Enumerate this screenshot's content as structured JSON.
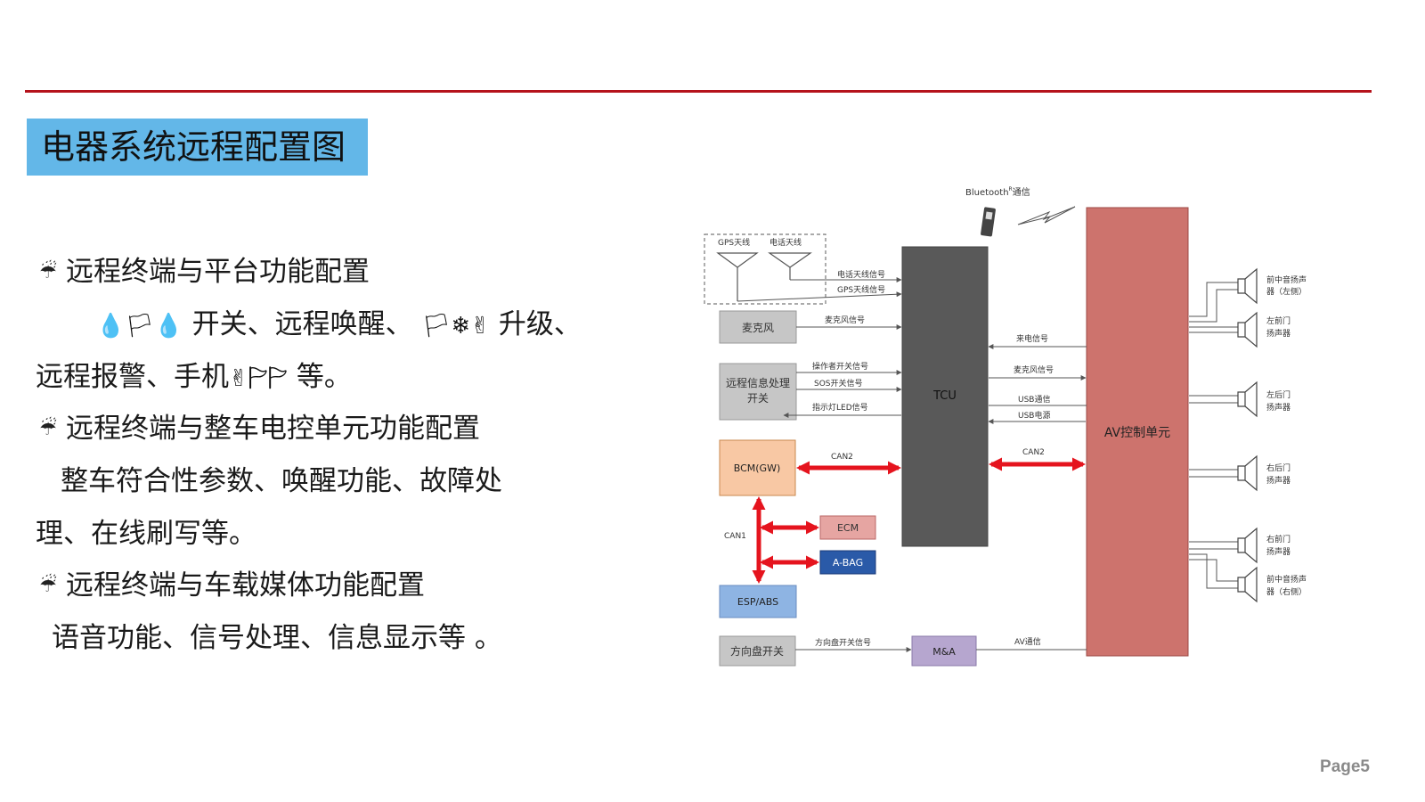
{
  "slide": {
    "title": "电器系统远程配置图",
    "page_number": "Page5"
  },
  "content": {
    "bullet1": "远程终端与平台功能配置",
    "line2_glyphs_a": "💧🏳💧",
    "line2_text_a": "开关、远程唤醒、",
    "line2_glyphs_b": "🏳❄✌",
    "line2_text_b": "升级、",
    "line3_text_a": "远程报警、手机",
    "line3_glyphs": "✌🏱🏱",
    "line3_text_b": "等。",
    "bullet2": "远程终端与整车电控单元功能配置",
    "line5": "整车符合性参数、唤醒功能、故障处",
    "line6": "理、在线刷写等。",
    "bullet3": "远程终端与车载媒体功能配置",
    "line8": "语音功能、信号处理、信息显示等 。"
  },
  "diagram": {
    "bluetooth": "Bluetooth",
    "bluetooth_sup": "R",
    "bluetooth_suffix": "通信",
    "gps_antenna": "GPS天线",
    "phone_antenna": "电话天线",
    "phone_antenna_signal": "电话天线信号",
    "gps_antenna_signal": "GPS天线信号",
    "microphone": "麦克风",
    "microphone_signal": "麦克风信号",
    "remote_switch_line1": "远程信息处理",
    "remote_switch_line2": "开关",
    "operator_switch_signal": "操作者开关信号",
    "sos_switch_signal": "SOS开关信号",
    "led_signal": "指示灯LED信号",
    "tcu": "TCU",
    "av_unit": "AV控制单元",
    "incoming_call_signal": "来电信号",
    "mic_signal_av": "麦克风信号",
    "usb_comm": "USB通信",
    "usb_power": "USB电源",
    "can2_left": "CAN2",
    "can2_right": "CAN2",
    "bcm": "BCM(GW)",
    "can1": "CAN1",
    "ecm": "ECM",
    "abag": "A-BAG",
    "esp": "ESP/ABS",
    "steering_switch": "方向盘开关",
    "steering_switch_signal": "方向盘开关信号",
    "ma": "M&A",
    "av_comm": "AV通信",
    "speaker_front_mid_left_1": "前中音扬声",
    "speaker_front_mid_left_2": "器（左侧）",
    "speaker_front_left_door_1": "左前门",
    "speaker_front_left_door_2": "扬声器",
    "speaker_rear_left_door_1": "左后门",
    "speaker_rear_left_door_2": "扬声器",
    "speaker_rear_right_door_1": "右后门",
    "speaker_rear_right_door_2": "扬声器",
    "speaker_front_right_door_1": "右前门",
    "speaker_front_right_door_2": "扬声器",
    "speaker_front_mid_right_1": "前中音扬声",
    "speaker_front_mid_right_2": "器（右侧）"
  },
  "colors": {
    "accent_red": "#b5121b",
    "title_blue": "#63b7e8",
    "tcu_gray": "#595959",
    "av_red": "#cd736d",
    "bcm_orange": "#f8c8a4",
    "ecm_pink": "#e6a5a2",
    "abag_blue": "#2a5aa8",
    "esp_blue": "#8eb4e3",
    "ma_purple": "#b6a6cf",
    "box_gray": "#c6c6c6",
    "can_red": "#e5141e"
  }
}
